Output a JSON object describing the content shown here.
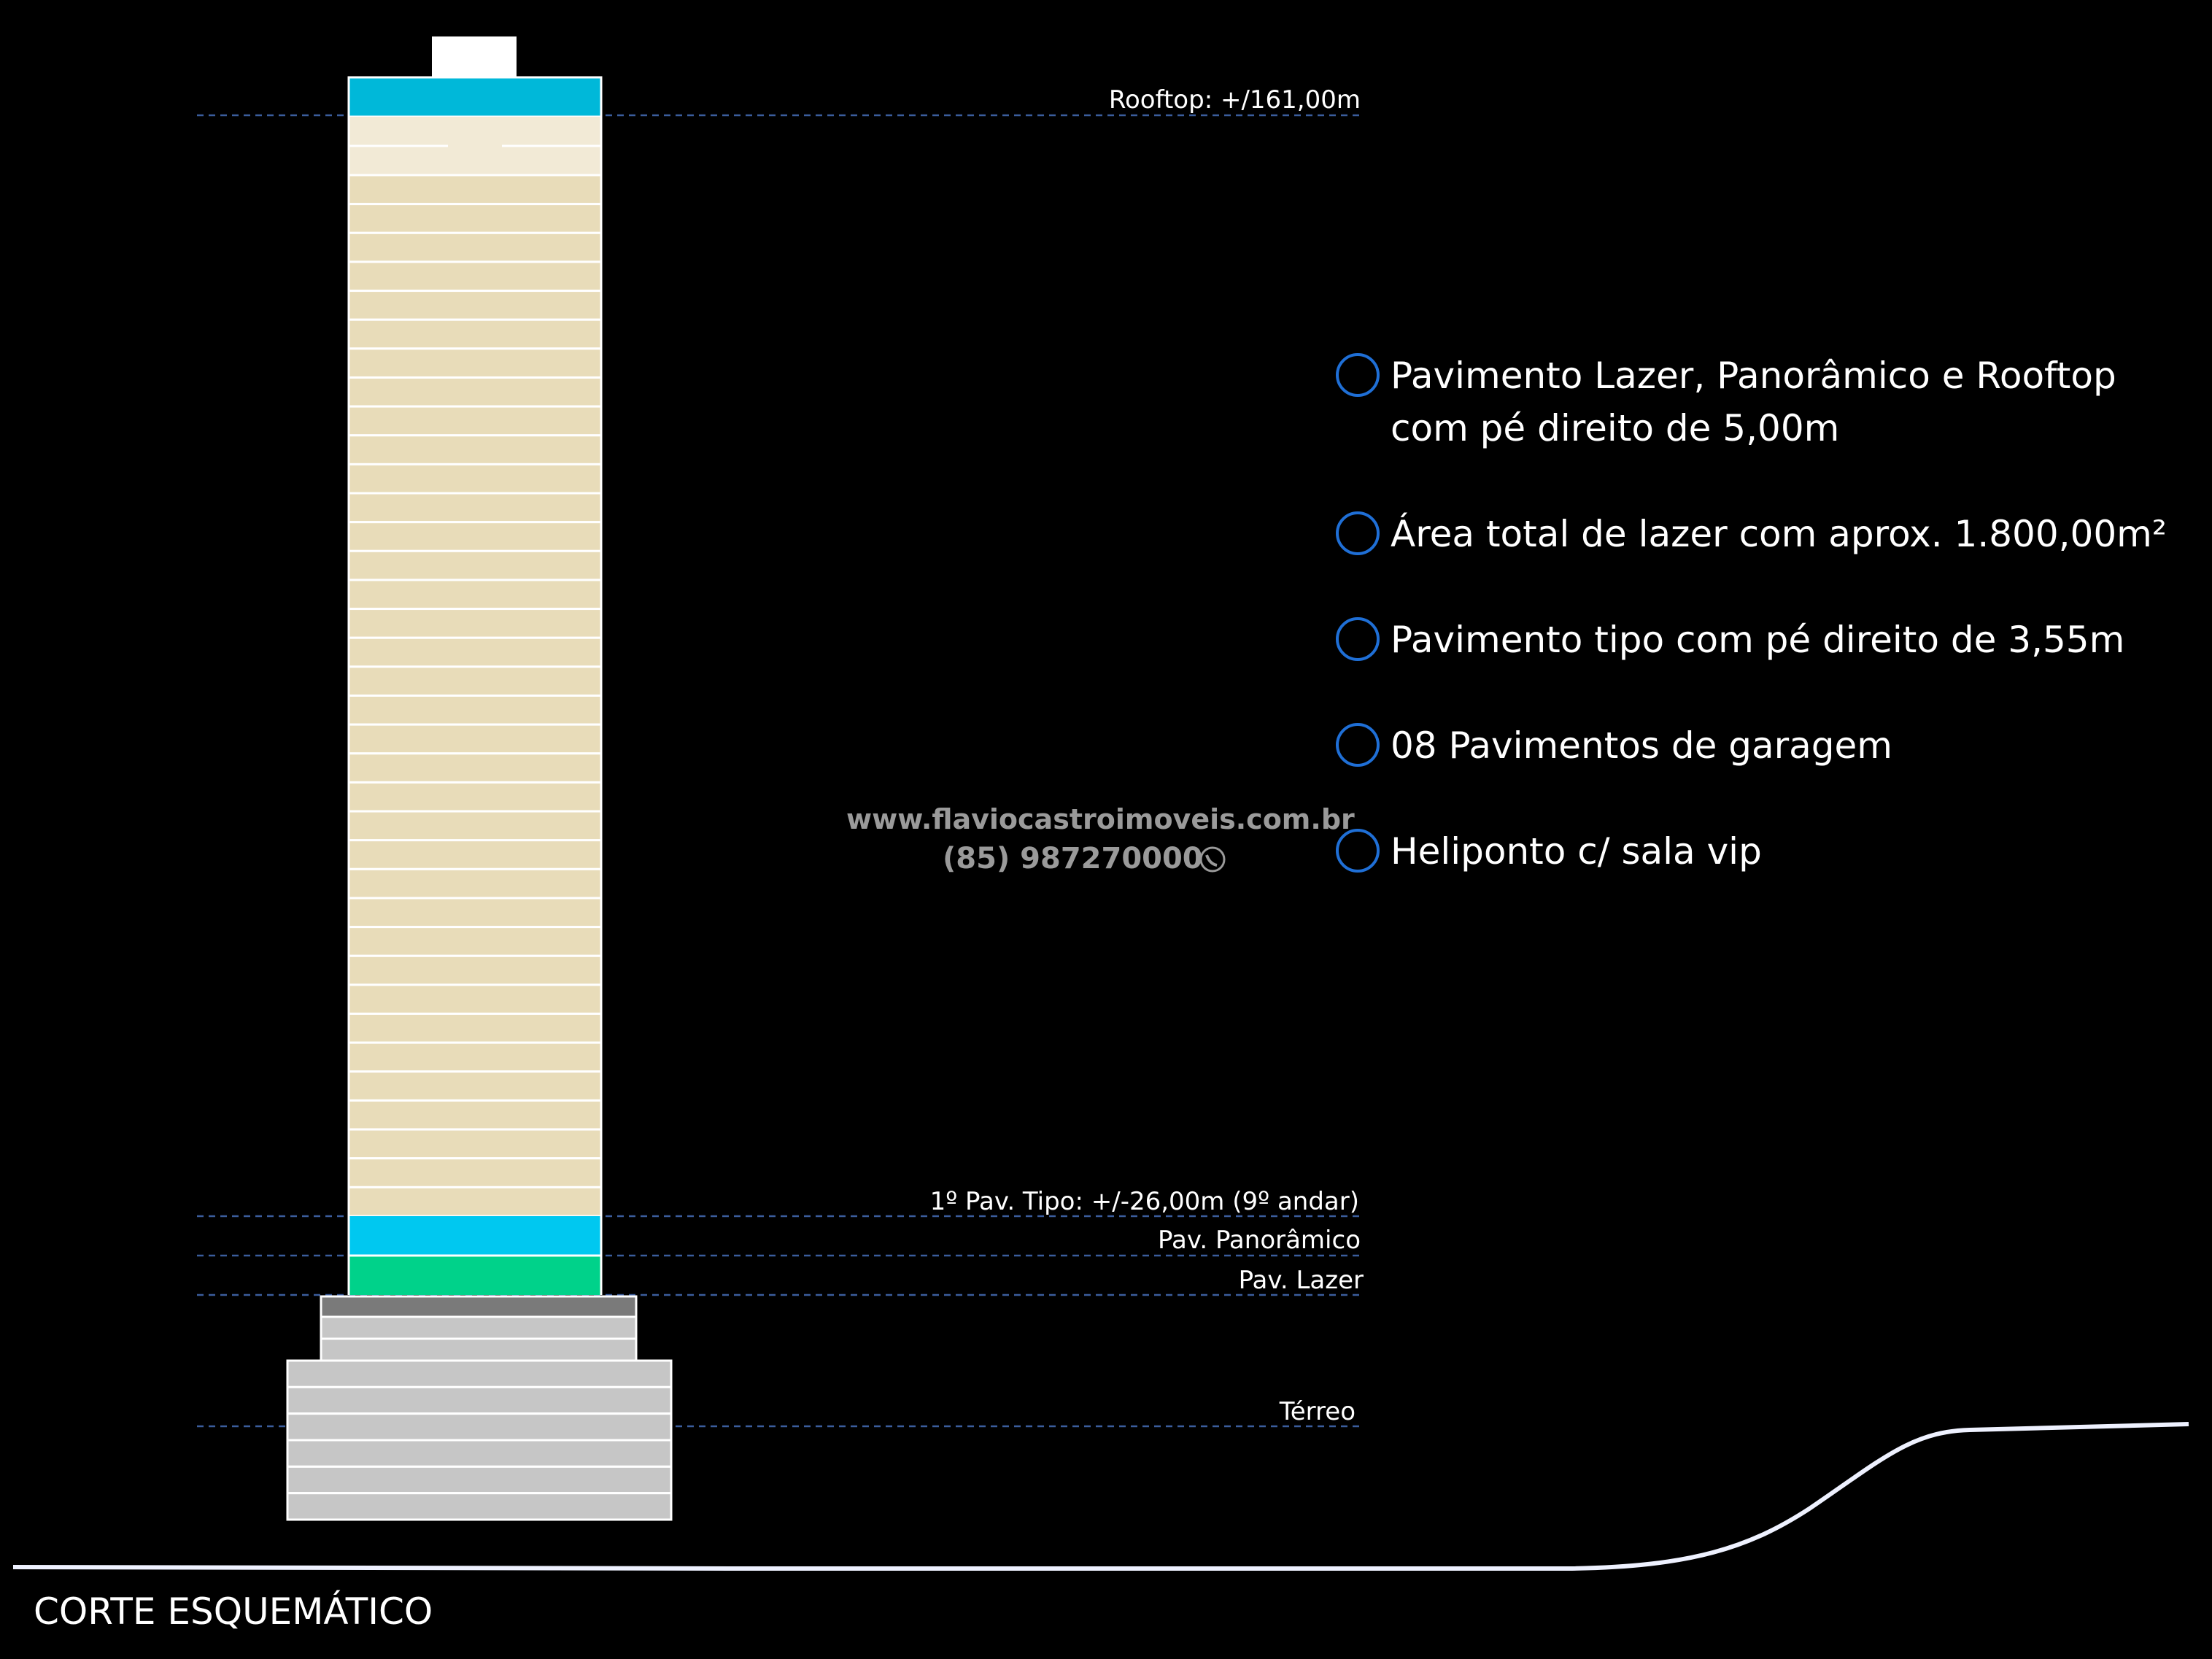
{
  "levels": {
    "rooftop": "Rooftop: +/161,00m",
    "tipo": "1º Pav. Tipo: +/-26,00m (9º andar)",
    "panoramico": "Pav. Panorâmico",
    "lazer": "Pav. Lazer",
    "terreo": "Térreo"
  },
  "features": [
    {
      "lines": [
        "Pavimento Lazer, Panorâmico e Rooftop",
        "com pé direito de 5,00m"
      ]
    },
    {
      "lines": [
        "Área total de lazer com aprox. 1.800,00m²"
      ]
    },
    {
      "lines": [
        "Pavimento tipo com pé direito de 3,55m"
      ]
    },
    {
      "lines": [
        "08 Pavimentos de garagem"
      ]
    },
    {
      "lines": [
        "Heliponto c/ sala vip"
      ]
    }
  ],
  "watermark": {
    "url": "www.flaviocastroimoveis.com.br",
    "phone": "(85) 987270000"
  },
  "title": "CORTE ESQUEMÁTICO",
  "icons": {
    "bullet": "circle-bullet-icon",
    "phone": "whatsapp-icon"
  },
  "colors": {
    "background": "#000000",
    "rooftop_band": "#00b8d9",
    "panoramic_band": "#00c8f0",
    "leisure_band": "#00d28a",
    "typical_floor": "#e8dcb9",
    "top_floors": "#f2ead6",
    "garage": "#c6c6c6",
    "garage_top": "#7a7a7a",
    "guide_line": "#3b5d9c",
    "bullet_ring": "#1f6fd6"
  }
}
